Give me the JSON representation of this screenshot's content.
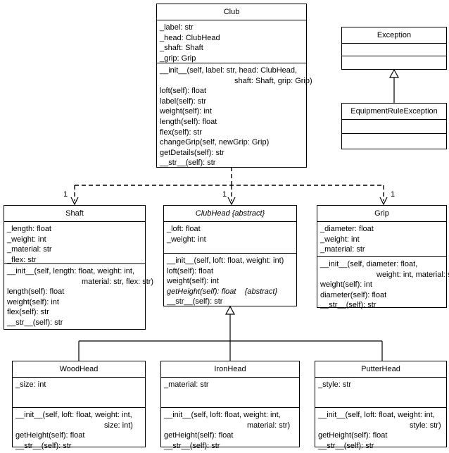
{
  "classes": {
    "club": {
      "name": "Club",
      "attributes": [
        "_label: str",
        "_head: ClubHead",
        "_shaft: Shaft",
        "_grip: Grip"
      ],
      "methods": [
        "__init__(self, label: str, head: ClubHead,",
        "shaft: Shaft, grip: Grip)",
        "loft(self): float",
        "label(self): str",
        "weight(self): int",
        "length(self): float",
        "flex(self): str",
        "changeGrip(self, newGrip: Grip)",
        "getDetails(self): str",
        "__str__(self): str"
      ]
    },
    "exception": {
      "name": "Exception"
    },
    "equipment_rule_exception": {
      "name": "EquipmentRuleException"
    },
    "shaft": {
      "name": "Shaft",
      "attributes": [
        "_length: float",
        "_weight: int",
        "_material: str",
        "_flex: str"
      ],
      "methods": [
        "__init__(self, length: float, weight: int,",
        "material: str, flex: str)",
        "length(self): float",
        "weight(self): int",
        "flex(self): str",
        "__str__(self): str"
      ]
    },
    "clubhead": {
      "name": "ClubHead  {abstract}",
      "attributes": [
        "_loft: float",
        "_weight: int"
      ],
      "methods": [
        "__init__(self, loft: float, weight: int)",
        "loft(self): float",
        "weight(self): int",
        "getHeight(self): float    {abstract}",
        "__str__(self): str"
      ]
    },
    "grip": {
      "name": "Grip",
      "attributes": [
        "_diameter: float",
        "_weight: int",
        "_material: str"
      ],
      "methods": [
        "__init__(self, diameter: float,",
        "weight: int, material: str)",
        "weight(self): int",
        "diameter(self): float",
        "__str__(self): str"
      ]
    },
    "woodhead": {
      "name": "WoodHead",
      "attributes": [
        "_size: int"
      ],
      "methods": [
        "__init__(self, loft: float, weight: int,",
        "size: int)",
        "getHeight(self): float",
        "__str__(self): str"
      ]
    },
    "ironhead": {
      "name": "IronHead",
      "attributes": [
        "_material: str"
      ],
      "methods": [
        "__init__(self, loft: float, weight: int,",
        "material: str)",
        "getHeight(self): float",
        "__str__(self): str"
      ]
    },
    "putterhead": {
      "name": "PutterHead",
      "attributes": [
        "_style: str"
      ],
      "methods": [
        "__init__(self, loft: float, weight: int,",
        "style: str)",
        "getHeight(self): float",
        "__str__(self): str"
      ]
    }
  },
  "multiplicities": {
    "shaft": "1",
    "clubhead": "1",
    "grip": "1"
  }
}
